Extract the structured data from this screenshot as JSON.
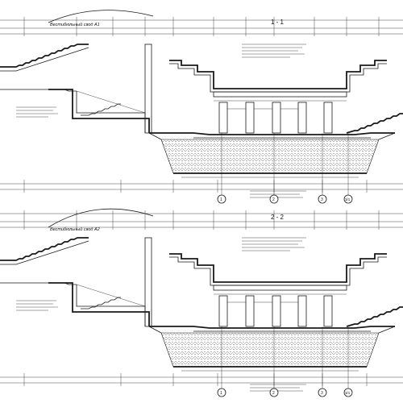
{
  "sections": [
    {
      "id": "section-1",
      "title": "1 - 1",
      "arch_label": "Вестибюльный свод А1",
      "axis_marks": [
        "1",
        "2",
        "3",
        "3/1"
      ]
    },
    {
      "id": "section-2",
      "title": "2 - 2",
      "arch_label": "Вестибюльный свод А2",
      "axis_marks": [
        "1",
        "2",
        "3",
        "3/1"
      ]
    }
  ],
  "colors": {
    "line": "#1a1a1a",
    "paper": "#ffffff",
    "fill": "#d8d8d8"
  }
}
